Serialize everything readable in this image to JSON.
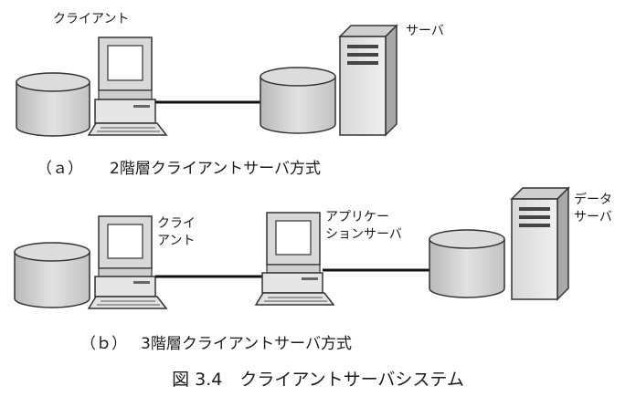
{
  "diagram_a": {
    "client_label": "クライアント",
    "server_label": "サーバ",
    "caption_marker": "（ａ）",
    "caption_text": "2階層クライアントサーバ方式"
  },
  "diagram_b": {
    "client_label_line1": "クライ",
    "client_label_line2": "アント",
    "app_server_label_line1": "アプリケー",
    "app_server_label_line2": "ションサーバ",
    "data_server_label_line1": "データ",
    "data_server_label_line2": "サーバ",
    "caption_marker": "（ｂ）",
    "caption_text": "3階層クライアントサーバ方式"
  },
  "figure_caption": "図 3.4　クライアントサーバシステム"
}
